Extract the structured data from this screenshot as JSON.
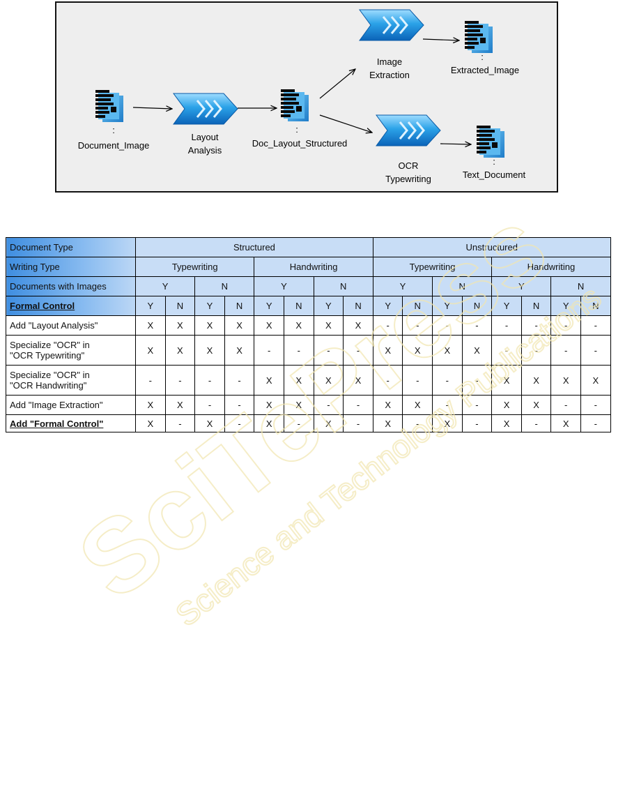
{
  "diagram": {
    "nodes": [
      {
        "id": "document_image",
        "kind": "artifact",
        "colon": ":",
        "label": "Document_Image"
      },
      {
        "id": "layout_analysis",
        "kind": "activity",
        "label1": "Layout",
        "label2": "Analysis"
      },
      {
        "id": "doc_layout_structured",
        "kind": "artifact",
        "colon": ":",
        "label": "Doc_Layout_Structured"
      },
      {
        "id": "image_extraction",
        "kind": "activity",
        "label1": "Image",
        "label2": "Extraction"
      },
      {
        "id": "extracted_image",
        "kind": "artifact",
        "colon": ":",
        "label": "Extracted_Image"
      },
      {
        "id": "ocr_typewriting",
        "kind": "activity",
        "label1": "OCR",
        "label2": "Typewriting"
      },
      {
        "id": "text_document",
        "kind": "artifact",
        "colon": ":",
        "label": "Text_Document"
      }
    ]
  },
  "table": {
    "header_rows": [
      {
        "label": "Document Type",
        "cells": [
          "Structured",
          "Unstructured"
        ]
      },
      {
        "label": "Writing Type",
        "cells": [
          "Typewriting",
          "Handwriting",
          "Typewriting",
          "Handwriting"
        ]
      },
      {
        "label": "Documents with Images",
        "cells": [
          "Y",
          "N",
          "Y",
          "N",
          "Y",
          "N",
          "Y",
          "N"
        ]
      },
      {
        "label": "Formal Control",
        "cells": [
          "Y",
          "N",
          "Y",
          "N",
          "Y",
          "N",
          "Y",
          "N",
          "Y",
          "N",
          "Y",
          "N",
          "Y",
          "N",
          "Y",
          "N"
        ]
      }
    ],
    "body_rows": [
      {
        "label_line1": "Add \"Layout Analysis\"",
        "label_line2": "",
        "cells": [
          "X",
          "X",
          "X",
          "X",
          "X",
          "X",
          "X",
          "X",
          "-",
          "-",
          "-",
          "-",
          "-",
          "-",
          "-",
          "-"
        ]
      },
      {
        "label_line1": "Specialize \"OCR\" in",
        "label_line2": "\"OCR Typewriting\"",
        "cells": [
          "X",
          "X",
          "X",
          "X",
          "-",
          "-",
          "-",
          "-",
          "X",
          "X",
          "X",
          "X",
          "-",
          "-",
          "-",
          "-"
        ]
      },
      {
        "label_line1": "Specialize \"OCR\" in",
        "label_line2": "\"OCR Handwriting\"",
        "cells": [
          "-",
          "-",
          "-",
          "-",
          "X",
          "X",
          "X",
          "X",
          "-",
          "-",
          "-",
          "-",
          "X",
          "X",
          "X",
          "X"
        ]
      },
      {
        "label_line1": "Add \"Image Extraction\"",
        "label_line2": "",
        "cells": [
          "X",
          "X",
          "-",
          "-",
          "X",
          "X",
          "-",
          "-",
          "X",
          "X",
          "-",
          "-",
          "X",
          "X",
          "-",
          "-"
        ]
      },
      {
        "label_line1": "Add \"Formal Control\"",
        "label_line2": "",
        "cells": [
          "X",
          "-",
          "X",
          "-",
          "X",
          "-",
          "X",
          "-",
          "X",
          "-",
          "X",
          "-",
          "X",
          "-",
          "X",
          "-"
        ]
      }
    ]
  },
  "watermark": {
    "line1": "SciTePress",
    "line2": "Science and Technology Publications"
  },
  "colors": {
    "activity": "#1e90d8",
    "header_fill": "#c8ddf6",
    "label_fill": "#4d9ae6",
    "diagram_bg": "#eeeeee"
  }
}
